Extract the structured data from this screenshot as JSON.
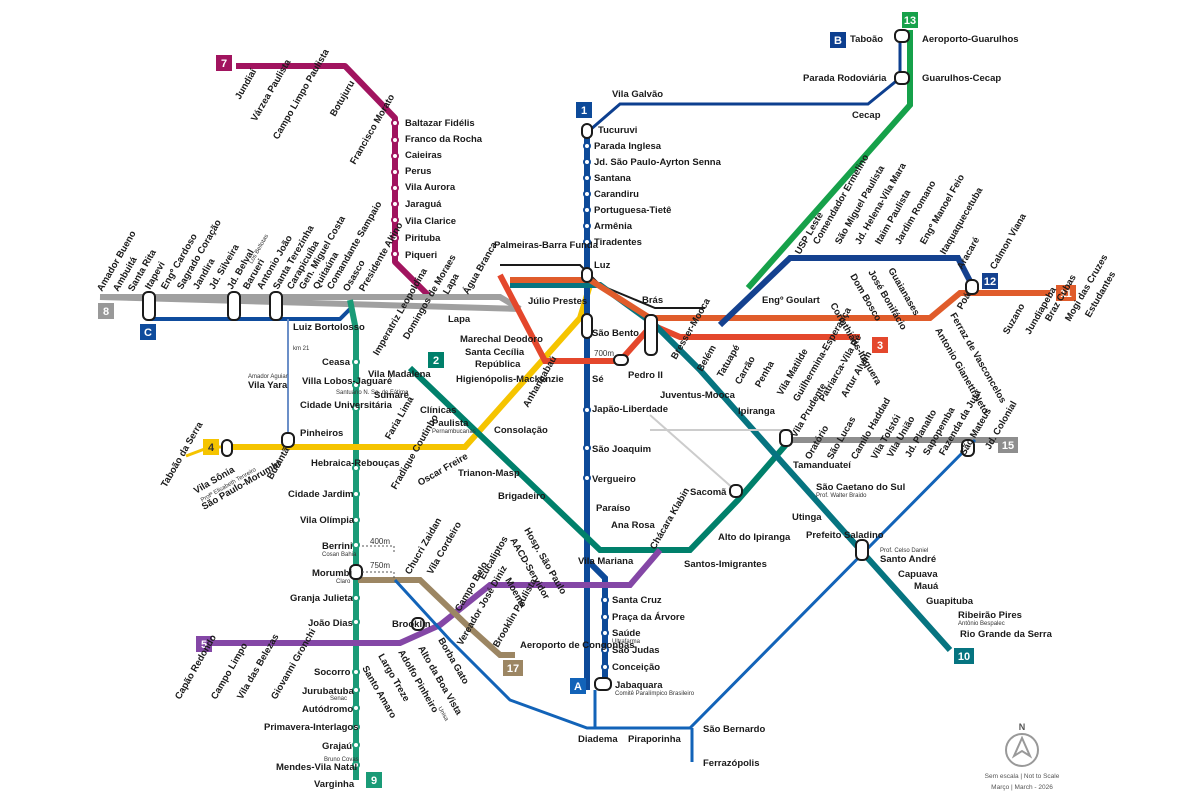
{
  "colors": {
    "line1": "#0d4a99",
    "line2": "#00806b",
    "line3": "#e4472c",
    "line4": "#f5c400",
    "line5": "#8447a6",
    "line7": "#a1145f",
    "line8": "#999999",
    "line9": "#1a9b77",
    "line10": "#067480",
    "line11": "#e05c2b",
    "line12": "#14418f",
    "line13": "#16a14a",
    "line15": "#8e8e8e",
    "lineA": "#1263b8",
    "lineB": "#0d3f8f",
    "lineC": "#0f4c9d",
    "line17": "#9c8663",
    "luz": "#1a1a1a"
  },
  "line_badges": {
    "l1": "1",
    "l2": "2",
    "l3": "3",
    "l4": "4",
    "l5": "5",
    "l7": "7",
    "l8": "8",
    "l9": "9",
    "l10": "10",
    "l11": "11",
    "l12": "12",
    "l13": "13",
    "l15": "15",
    "l17": "17",
    "lA": "A",
    "lB": "B",
    "lC": "C"
  },
  "stations": {
    "line7": [
      "Jundiaí",
      "Várzea Paulista",
      "Campo Limpo Paulista",
      "Botujuru",
      "Francisco Morato",
      "Baltazar Fidélis",
      "Franco da Rocha",
      "Caieiras",
      "Perus",
      "Vila Aurora",
      "Jaraguá",
      "Vila Clarice",
      "Pirituba",
      "Piqueri",
      "Lapa",
      "Água Branca",
      "Palmeiras-Barra Funda"
    ],
    "line1": [
      "Tucuruvi",
      "Parada Inglesa",
      "Jd. São Paulo-Ayrton Senna",
      "Santana",
      "Carandiru",
      "Portuguesa-Tietê",
      "Armênia",
      "Tiradentes",
      "Luz",
      "São Bento",
      "Sé",
      "Japão-Liberdade",
      "São Joaquim",
      "Vergueiro",
      "Paraíso",
      "Ana Rosa",
      "Vila Mariana",
      "Santa Cruz",
      "Praça da Árvore",
      "Saúde",
      "São Judas",
      "Conceição",
      "Jabaquara"
    ],
    "line1_notes": {
      "saude": "Ultrafarma",
      "jabaquara": "Comitê Paralímpico Brasileiro"
    },
    "line13": [
      "Aeroporto-Guarulhos",
      "Guarulhos-Cecap",
      "Engº Goulart"
    ],
    "lineB": [
      "Taboão",
      "Parada Rodoviária",
      "Cecap",
      "Vila Galvão"
    ],
    "line3": [
      "Brás",
      "Bresser-Mooca",
      "Belém",
      "Tatuapé",
      "Carrão",
      "Penha",
      "Vila Matilde",
      "Guilhermina-Esperança",
      "Patriarca-Vila Ré",
      "Artur Alvim",
      "Corinthians-Itaquera",
      "Marechal Deodoro",
      "Santa Cecília",
      "República",
      "Anhangabaú",
      "Pedro II"
    ],
    "line11": [
      "Estudantes",
      "Mogi das Cruzes",
      "Braz Cubas",
      "Jundiapeba",
      "Suzano",
      "Poá",
      "Calmon Viana",
      "Ferraz de Vasconcelos",
      "Antonio Gianetti Neto",
      "Guaianases",
      "José Bonifácio",
      "Dom Bosco"
    ],
    "line12": [
      "USP Leste",
      "Comendador Ermelino",
      "São Miguel Paulista",
      "Jd. Helena-Vila Mara",
      "Itaim Paulista",
      "Jardim Romano",
      "Engº Manoel Feio",
      "Itaquaquecetuba",
      "Aracaré"
    ],
    "line8": [
      "Amador Bueno",
      "Ambuitá",
      "Santa Rita",
      "Itapevi",
      "Engº Cardoso",
      "Sagrado Coração",
      "Jandira",
      "Jd. Silveira",
      "Jd. Belval",
      "Barueri",
      "Antonio João",
      "Santa Terezinha",
      "Carapicuíba",
      "Gen. Miguel Costa",
      "Quitaúna",
      "Comandante Sampaio",
      "Osasco",
      "Presidente Altino",
      "Imperatriz Leopoldina",
      "Domingos de Moraes",
      "Júlio Prestes"
    ],
    "line8_notes": {
      "jd_belval": "Los Bellotas"
    },
    "line4": [
      "Taboão da Serra",
      "Vila Sônia",
      "São Paulo-Morumbi",
      "Butantã",
      "Pinheiros",
      "Faria Lima",
      "Fradique Coutinho",
      "Oscar Freire",
      "Paulista",
      "Higienópolis-Mackenzie",
      "Luz"
    ],
    "line4_notes": {
      "vila_sonia": "Profª Elisabeth Tenreiro",
      "paulista": "Pernambucanas"
    },
    "line9": [
      "Osasco",
      "Ceasa",
      "Villa Lobos-Jaguaré",
      "Cidade Universitária",
      "Pinheiros",
      "Hebraica-Rebouças",
      "Cidade Jardim",
      "Vila Olímpia",
      "Berrini",
      "Morumbi",
      "Granja Julieta",
      "João Dias",
      "Santo Amaro",
      "Socorro",
      "Jurubatuba",
      "Autódromo",
      "Primavera-Interlagos",
      "Grajaú",
      "Mendes-Vila Natal",
      "Varginha"
    ],
    "line9_notes": {
      "berrini": "Cosan Bahia",
      "morumbi": "Claro",
      "jurubatuba": "Senac",
      "mendes": "Bruno Covas"
    },
    "line2": [
      "Vila Madalena",
      "Sumaré",
      "Clínicas",
      "Consolação",
      "Trianon-Masp",
      "Brigadeiro",
      "Paraíso",
      "Ana Rosa",
      "Chácara Klabin",
      "Santos-Imigrantes",
      "Alto do Ipiranga",
      "Sacomã",
      "Tamanduateí",
      "Vila Prudente"
    ],
    "line2_notes": {
      "sumare": "Santuário N. Sa. de Fátima"
    },
    "line5": [
      "Capão Redondo",
      "Campo Limpo",
      "Vila das Belezas",
      "Giovanni Gronchi",
      "Santo Amaro",
      "Largo Treze",
      "Adolfo Pinheiro",
      "Alto da Boa Vista",
      "Borba Gato",
      "Brooklin",
      "Campo Belo",
      "Eucaliptos",
      "Moema",
      "AACD-Servidor",
      "Hosp. São Paulo",
      "Santa Cruz",
      "Chácara Klabin"
    ],
    "line5_notes": {
      "adolfo_pinheiro": "Unisa"
    },
    "line10": [
      "Juventus-Mooca",
      "Ipiranga",
      "Tamanduateí",
      "São Caetano do Sul",
      "Utinga",
      "Prefeito Saladino",
      "Santo André",
      "Capuava",
      "Mauá",
      "Guapituba",
      "Ribeirão Pires",
      "Rio Grande da Serra"
    ],
    "line10_notes": {
      "scs": "Prof. Walter Braido",
      "sa": "Prof. Celso Daniel",
      "rp": "Antônio Bespalec"
    },
    "line15": [
      "Vila Prudente",
      "Oratório",
      "São Lucas",
      "Camilo Haddad",
      "Vila Tolstói",
      "Vila União",
      "Jd. Planalto",
      "Sapopemba",
      "Fazenda da Juta",
      "São Mateus",
      "Jd. Colonial"
    ],
    "line17": [
      "Morumbi",
      "Chucri Zaidan",
      "Vila Cordeiro",
      "Campo Belo",
      "Vereador José Diniz",
      "Brooklin Paulista",
      "Aeroporto de Congonhas"
    ],
    "lineA": [
      "Jabaquara",
      "Diadema",
      "Piraporinha",
      "São Bernardo",
      "Ferrazópolis"
    ],
    "lineC": [
      "Luiz Bortolosso",
      "Vila Yara"
    ],
    "lineC_notes": {
      "bortolosso": "km 21",
      "yara": "Amador Aguiar"
    },
    "walk": [
      "700m",
      "400m",
      "750m"
    ]
  },
  "legend": {
    "scale": "Sem escala | Not to Scale",
    "date": "Março | March - 2026",
    "north": "N"
  }
}
